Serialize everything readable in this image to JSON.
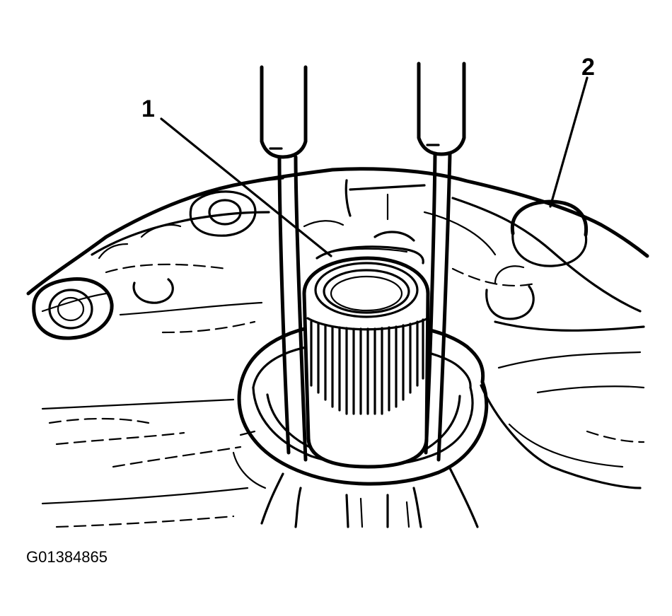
{
  "figure": {
    "figure_id": "G01384865",
    "callouts": [
      {
        "number": "1"
      },
      {
        "number": "2"
      }
    ],
    "colors": {
      "ink": "#000000",
      "paper": "#ffffff"
    }
  }
}
